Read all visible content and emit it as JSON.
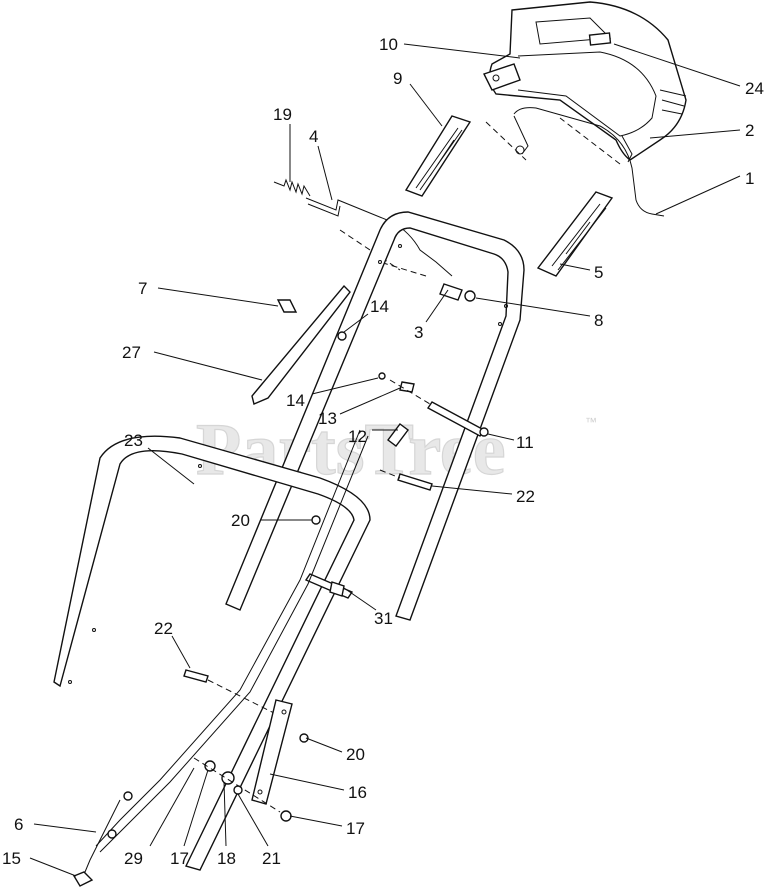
{
  "watermark": {
    "text": "PartsTree",
    "trademark": "™"
  },
  "callouts": [
    {
      "id": "c10",
      "text": "10"
    },
    {
      "id": "c24",
      "text": "24"
    },
    {
      "id": "c9",
      "text": "9"
    },
    {
      "id": "c2",
      "text": "2"
    },
    {
      "id": "c19",
      "text": "19"
    },
    {
      "id": "c4",
      "text": "4"
    },
    {
      "id": "c1",
      "text": "1"
    },
    {
      "id": "c5",
      "text": "5"
    },
    {
      "id": "c7",
      "text": "7"
    },
    {
      "id": "c14a",
      "text": "14"
    },
    {
      "id": "c3",
      "text": "3"
    },
    {
      "id": "c8",
      "text": "8"
    },
    {
      "id": "c27",
      "text": "27"
    },
    {
      "id": "c14b",
      "text": "14"
    },
    {
      "id": "c13",
      "text": "13"
    },
    {
      "id": "c12",
      "text": "12"
    },
    {
      "id": "c11",
      "text": "11"
    },
    {
      "id": "c23",
      "text": "23"
    },
    {
      "id": "c22a",
      "text": "22"
    },
    {
      "id": "c20a",
      "text": "20"
    },
    {
      "id": "c31",
      "text": "31"
    },
    {
      "id": "c22b",
      "text": "22"
    },
    {
      "id": "c20b",
      "text": "20"
    },
    {
      "id": "c16",
      "text": "16"
    },
    {
      "id": "c6",
      "text": "6"
    },
    {
      "id": "c17a",
      "text": "17"
    },
    {
      "id": "c15",
      "text": "15"
    },
    {
      "id": "c29",
      "text": "29"
    },
    {
      "id": "c17b",
      "text": "17"
    },
    {
      "id": "c18",
      "text": "18"
    },
    {
      "id": "c21",
      "text": "21"
    }
  ]
}
